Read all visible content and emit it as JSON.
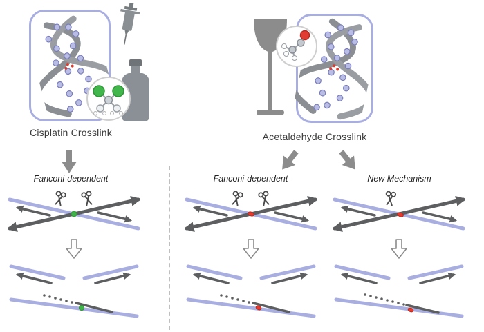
{
  "figure": {
    "top": {
      "cisplatin_label": "Cisplatin Crosslink",
      "acetaldehyde_label": "Acetaldehyde Crosslink"
    },
    "pathways": {
      "cisplatin_fanconi_label": "Fanconi-dependent",
      "acetaldehyde_fanconi_label": "Fanconi-dependent",
      "acetaldehyde_new_label": "New Mechanism"
    },
    "colors": {
      "strand_purple": "#a9aee0",
      "strand_gray": "#5d5e60",
      "cisplatin_lesion": "#3fb549",
      "acetaldehyde_lesion": "#e8392d",
      "arrow_gray": "#8c8c8c",
      "box_border": "#a9aee0",
      "divider_gray": "#bfbfbf"
    }
  }
}
